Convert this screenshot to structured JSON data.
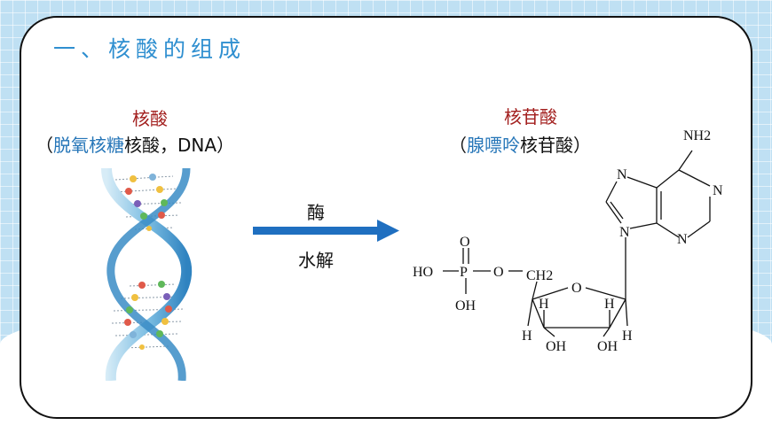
{
  "title": "一、核酸的组成",
  "left": {
    "name": "核酸",
    "paren_open": "（",
    "sub_blue": "脱氧核糖",
    "sub_black": "核酸，DNA",
    "paren_close": "）"
  },
  "arrow": {
    "top_label": "酶",
    "bottom_label": "水解"
  },
  "right": {
    "name": "核苷酸",
    "paren_open": "（",
    "sub_blue": "腺嘌呤",
    "sub_black": "核苷酸",
    "paren_close": "）"
  },
  "structure_labels": {
    "nh2": "NH2",
    "n": "N",
    "o": "O",
    "p": "P",
    "ho": "HO",
    "oh": "OH",
    "ch2": "CH2",
    "h": "H"
  },
  "colors": {
    "title": "#2f8fd0",
    "red": "#a3201f",
    "blue": "#2676b8",
    "arrow": "#1f6fc0"
  }
}
